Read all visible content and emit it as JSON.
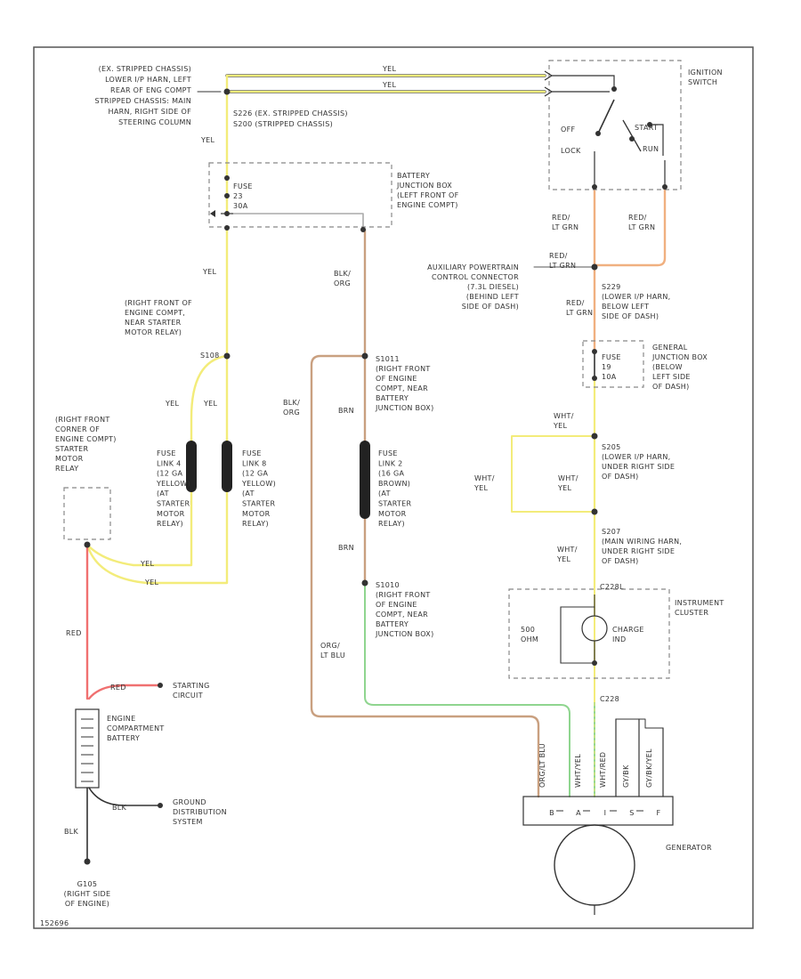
{
  "colors": {
    "yellow": "#f3ec7a",
    "red": "#f07070",
    "tan": "#c9a080",
    "green": "#8fd58f",
    "orange": "#f0b080",
    "black": "#333333",
    "frame": "#555555",
    "dash": "#888888"
  },
  "labels": {
    "ex_stripped": [
      "(EX. STRIPPED CHASSIS)",
      "LOWER I/P HARN, LEFT",
      "REAR OF ENG COMPT",
      "STRIPPED CHASSIS: MAIN",
      "HARN, RIGHT SIDE OF",
      "STEERING COLUMN"
    ],
    "yel_top1": "YEL",
    "yel_top2": "YEL",
    "yel_left_top": "YEL",
    "s226": [
      "S226 (EX. STRIPPED CHASSIS)",
      "S200 (STRIPPED CHASSIS)"
    ],
    "ignition_switch": [
      "IGNITION",
      "SWITCH"
    ],
    "ign_off": "OFF",
    "ign_lock": "LOCK",
    "ign_run": "RUN",
    "ign_start": "START",
    "battery_jb": [
      "BATTERY",
      "JUNCTION BOX",
      "(LEFT FRONT OF",
      "ENGINE COMPT)"
    ],
    "fuse_jb": [
      "FUSE",
      "23",
      "30A"
    ],
    "yel_mid": "YEL",
    "blk_org": [
      "BLK/",
      "ORG"
    ],
    "red_lt_grn_a": [
      "RED/",
      "LT GRN"
    ],
    "red_lt_grn_b": [
      "RED/",
      "LT GRN"
    ],
    "red_lt_grn_c": [
      "RED/",
      "LT GRN"
    ],
    "red_lt_grn_d": [
      "RED/",
      "LT GRN"
    ],
    "aux_connector": [
      "AUXILIARY POWERTRAIN",
      "CONTROL CONNECTOR",
      "(7.3L DIESEL)",
      "(BEHIND LEFT",
      "SIDE OF DASH)"
    ],
    "s229": [
      "S229",
      "(LOWER I/P HARN,",
      "BELOW LEFT",
      "SIDE OF DASH)"
    ],
    "right_front_starter": [
      "(RIGHT FRONT OF",
      "ENGINE COMPT,",
      "NEAR STARTER",
      "MOTOR RELAY)"
    ],
    "s108": "S108",
    "yel_fl1": "YEL",
    "yel_fl2": "YEL",
    "gen_jb": [
      "GENERAL",
      "JUNCTION BOX",
      "(BELOW",
      "LEFT SIDE",
      "OF DASH)"
    ],
    "fuse_gen": [
      "FUSE",
      "19",
      "10A"
    ],
    "blk_org2": [
      "BLK/",
      "ORG"
    ],
    "s1011": [
      "S1011",
      "(RIGHT FRONT",
      "OF ENGINE",
      "COMPT, NEAR",
      "BATTERY",
      "JUNCTION BOX)"
    ],
    "brn1": "BRN",
    "starter_relay": [
      "(RIGHT FRONT",
      "CORNER OF",
      "ENGINE COMPT)",
      "STARTER",
      "MOTOR",
      "RELAY"
    ],
    "fuse_link4": [
      "FUSE",
      "LINK 4",
      "(12 GA",
      "YELLOW)",
      "(AT",
      "STARTER",
      "MOTOR",
      "RELAY)"
    ],
    "fuse_link8": [
      "FUSE",
      "LINK 8",
      "(12 GA",
      "YELLOW)",
      "(AT",
      "STARTER",
      "MOTOR",
      "RELAY)"
    ],
    "fuse_link2": [
      "FUSE",
      "LINK 2",
      "(16 GA",
      "BROWN)",
      "(AT",
      "STARTER",
      "MOTOR",
      "RELAY)"
    ],
    "wht_yel_a": [
      "WHT/",
      "YEL"
    ],
    "wht_yel_b": [
      "WHT/",
      "YEL"
    ],
    "wht_yel_c": [
      "WHT/",
      "YEL"
    ],
    "wht_yel_d": [
      "WHT/",
      "YEL"
    ],
    "s205": [
      "S205",
      "(LOWER I/P HARN,",
      "UNDER RIGHT SIDE",
      "OF DASH)"
    ],
    "s207": [
      "S207",
      "(MAIN WIRING HARN,",
      "UNDER RIGHT SIDE",
      "OF DASH)"
    ],
    "yel_bot1": "YEL",
    "yel_bot2": "YEL",
    "brn2": "BRN",
    "c228l": "C228L",
    "instrument_cluster": [
      "INSTRUMENT",
      "CLUSTER"
    ],
    "ohm": [
      "500",
      "OHM"
    ],
    "charge": [
      "CHARGE",
      "IND"
    ],
    "s1010": [
      "S1010",
      "(RIGHT FRONT",
      "OF ENGINE",
      "COMPT, NEAR",
      "BATTERY",
      "JUNCTION BOX)"
    ],
    "org_lt_blu": [
      "ORG/",
      "LT BLU"
    ],
    "red_v": "RED",
    "red_h": "RED",
    "starting_circuit": [
      "STARTING",
      "CIRCUIT"
    ],
    "c228": "C228",
    "battery": [
      "ENGINE",
      "COMPARTMENT",
      "BATTERY"
    ],
    "gen_wires": [
      "ORG/LT BLU",
      "WHT/YEL",
      "WHT/RED",
      "GY/BK",
      "GY/BK/YEL"
    ],
    "blk_h": "BLK",
    "ground_dist": [
      "GROUND",
      "DISTRIBUTION",
      "SYSTEM"
    ],
    "blk_v": "BLK",
    "generator": "GENERATOR",
    "gen_pins": [
      "B",
      "A",
      "I",
      "S",
      "F"
    ],
    "g105": [
      "G105",
      "(RIGHT SIDE",
      "OF ENGINE)"
    ],
    "fig_id": "152696"
  }
}
